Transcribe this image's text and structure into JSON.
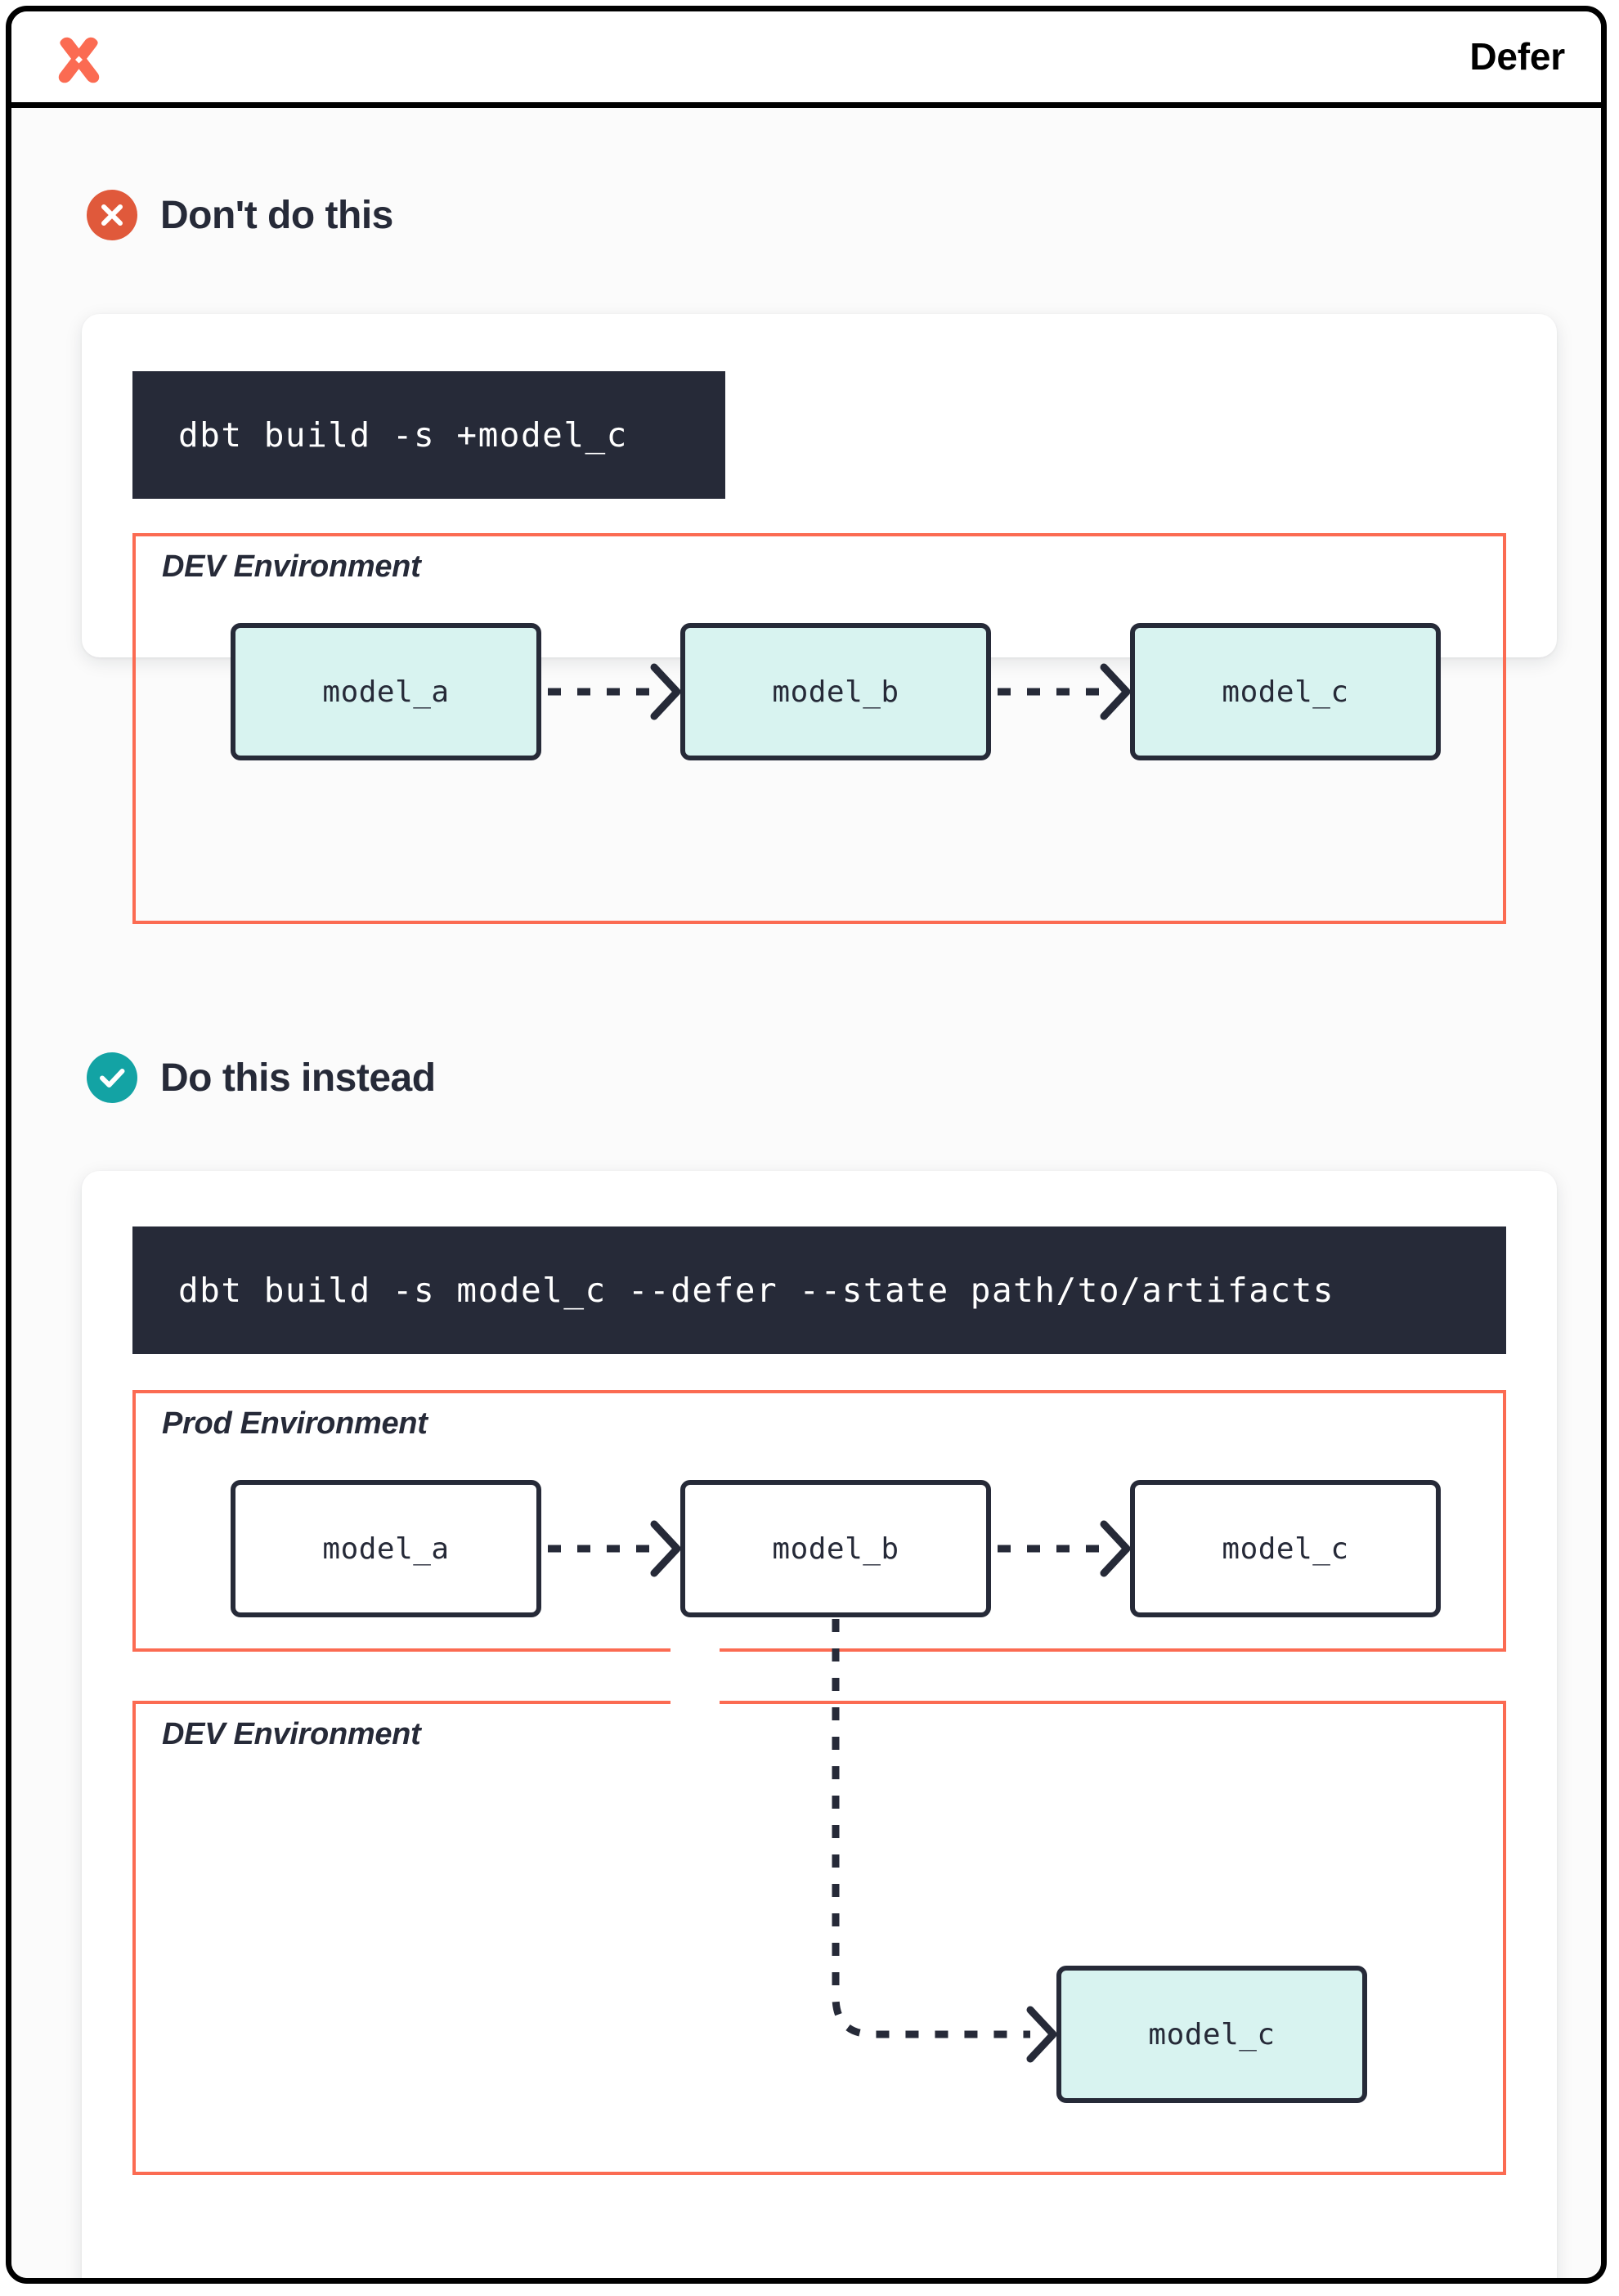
{
  "header": {
    "title": "Defer",
    "logo_icon": "dbt-logo-icon"
  },
  "sections": [
    {
      "id": "dont",
      "badge_icon": "x-circle-icon",
      "badge_color": "#E0593B",
      "title": "Don't do this",
      "command": "dbt build -s +model_c",
      "environments": [
        {
          "label": "DEV Environment",
          "border_color": "#FB6B52",
          "nodes": [
            {
              "label": "model_a",
              "fill": "#D8F3F0"
            },
            {
              "label": "model_b",
              "fill": "#D8F3F0"
            },
            {
              "label": "model_c",
              "fill": "#D8F3F0"
            }
          ]
        }
      ]
    },
    {
      "id": "do",
      "badge_icon": "check-circle-icon",
      "badge_color": "#13A3A4",
      "title": "Do this instead",
      "command": "dbt build -s model_c --defer --state path/to/artifacts",
      "environments": [
        {
          "label": "Prod Environment",
          "border_color": "#FB6B52",
          "nodes": [
            {
              "label": "model_a",
              "fill": "#FFFFFF"
            },
            {
              "label": "model_b",
              "fill": "#FFFFFF"
            },
            {
              "label": "model_c",
              "fill": "#FFFFFF"
            }
          ]
        },
        {
          "label": "DEV Environment",
          "border_color": "#FB6B52",
          "nodes": [
            {
              "label": "model_c",
              "fill": "#D8F3F0"
            }
          ]
        }
      ]
    }
  ],
  "colors": {
    "brand_orange": "#FB6B52",
    "badge_red": "#E0593B",
    "badge_teal": "#13A3A4",
    "ink": "#262A38",
    "node_teal_fill": "#D8F3F0",
    "page_bg": "#FBFBFB",
    "frame_border": "#000000"
  }
}
